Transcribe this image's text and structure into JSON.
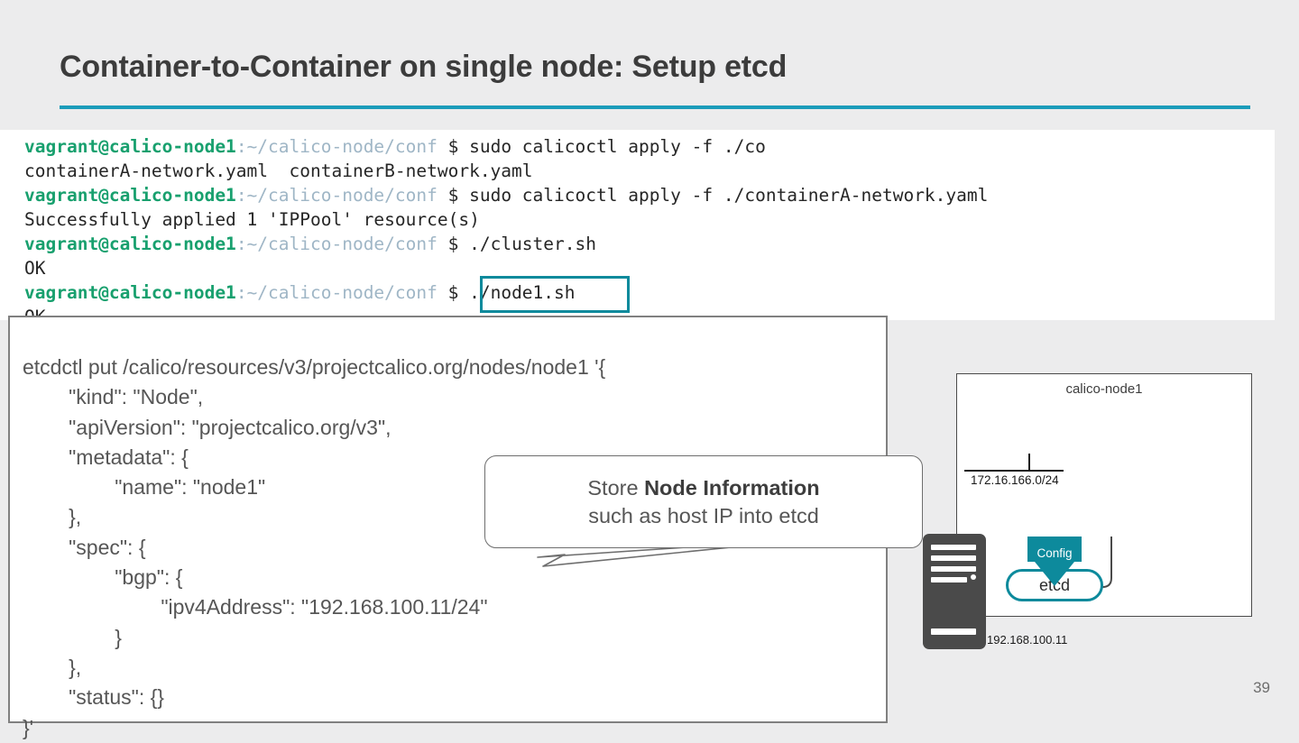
{
  "slide": {
    "title": "Container-to-Container on single node: Setup etcd",
    "page_number": "39",
    "accent_color": "#1b9cba",
    "teal_color": "#0d8a9c",
    "background_color": "#ececed"
  },
  "terminal": {
    "prompt_user": "vagrant@calico-node1",
    "prompt_path": ":~/calico-node/conf",
    "prompt_symbol": " $ ",
    "lines": [
      {
        "type": "prompt",
        "command": "sudo calicoctl apply -f ./co"
      },
      {
        "type": "output",
        "text": "containerA-network.yaml  containerB-network.yaml"
      },
      {
        "type": "prompt",
        "command": "sudo calicoctl apply -f ./containerA-network.yaml"
      },
      {
        "type": "output",
        "text": "Successfully applied 1 'IPPool' resource(s)"
      },
      {
        "type": "prompt",
        "command": "./cluster.sh"
      },
      {
        "type": "output",
        "text": "OK"
      },
      {
        "type": "prompt",
        "command": "./node1.sh",
        "highlighted": true
      },
      {
        "type": "output",
        "text": "OK"
      }
    ],
    "highlighted_command": "./node1.sh"
  },
  "code_box": {
    "text": "etcdctl put /calico/resources/v3/projectcalico.org/nodes/node1 '{\n        \"kind\": \"Node\",\n        \"apiVersion\": \"projectcalico.org/v3\",\n        \"metadata\": {\n                \"name\": \"node1\"\n        },\n        \"spec\": {\n                \"bgp\": {\n                        \"ipv4Address\": \"192.168.100.11/24\"\n                }\n        },\n        \"status\": {}\n}'"
  },
  "callout": {
    "line1_prefix": "Store ",
    "line1_bold": "Node Information",
    "line2": "such as host IP into etcd"
  },
  "diagram": {
    "node_title": "calico-node1",
    "bridge_label": "172.16.166.0/24",
    "host_ip": "192.168.100.11",
    "etcd_label": "etcd",
    "config_label": "Config"
  }
}
